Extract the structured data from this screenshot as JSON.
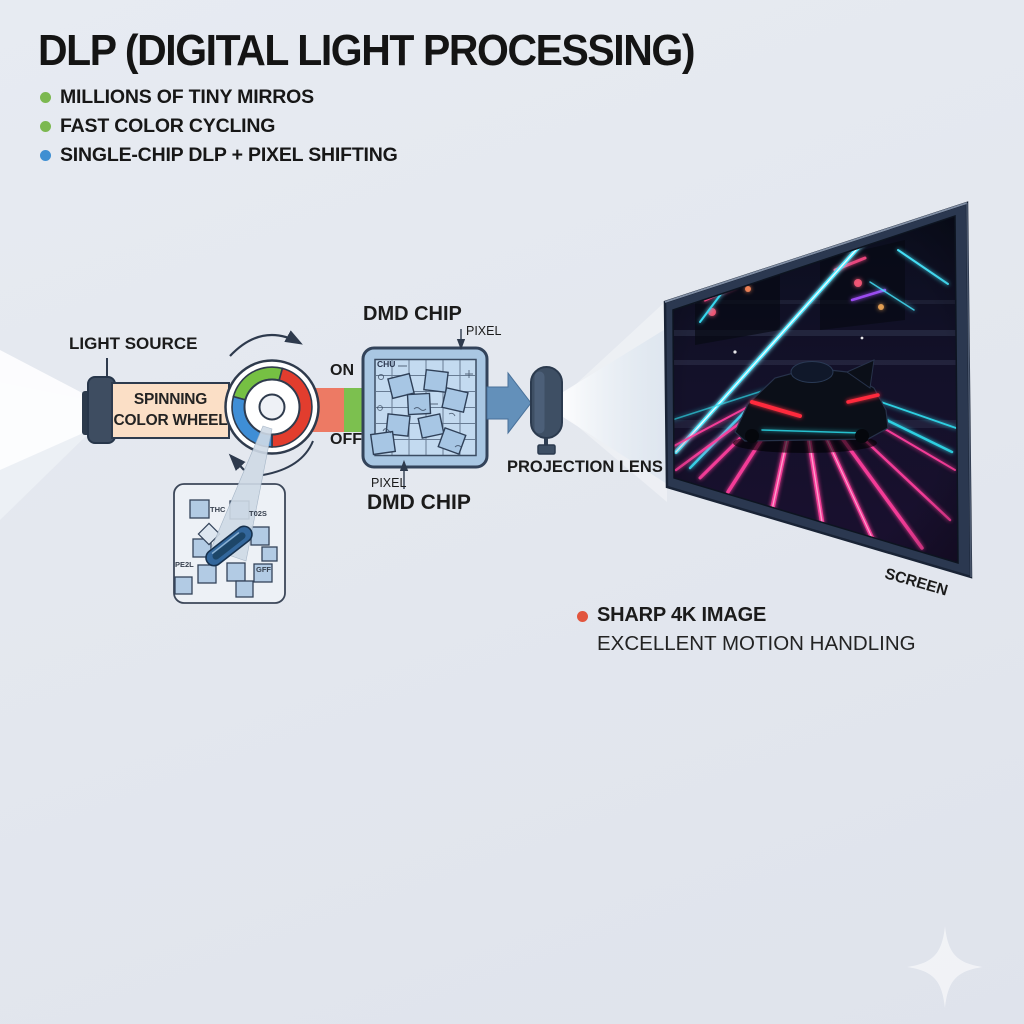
{
  "title": "DLP (DIGITAL LIGHT PROCESSING)",
  "bullets": [
    {
      "label": "MILLIONS OF TINY MIRROS",
      "color": "#7cb850"
    },
    {
      "label": "FAST COLOR CYCLING",
      "color": "#7cb850"
    },
    {
      "label": "SINGLE-CHIP DLP + PIXEL SHIFTING",
      "color": "#3f8fd2"
    }
  ],
  "diagram": {
    "light_source_label": "LIGHT SOURCE",
    "wheel_line1": "SPINNING",
    "wheel_line2": "COLOR WHEEL",
    "on_label": "ON",
    "off_label": "OFF",
    "dmd_chip_top_label": "DMD CHIP",
    "pixel_top_label": "PIXEL",
    "pixel_bottom_label": "PIXEL",
    "dmd_chip_bottom_label": "DMD CHIP",
    "chip_corner_text": "CHU",
    "projection_lens_label": "PROJECTION LENS",
    "screen_label": "SCREEN",
    "inset_labels": {
      "tl": "THC",
      "tr": "T02S",
      "br": "GFF",
      "bl": "PE2L"
    }
  },
  "results": {
    "line1": "SHARP 4K IMAGE",
    "line2": "EXCELLENT MOTION HANDLING",
    "bullet_color": "#e2553e"
  },
  "colors": {
    "background": "#e3e7ee",
    "wheel_red": "#e23d2e",
    "wheel_green": "#76c043",
    "wheel_blue": "#3f8ed6",
    "beam_red_band": "#ed7a64",
    "beam_green_band": "#7cc04f",
    "chip_fill": "#a9c7e3",
    "arrow_blue": "#6390ba",
    "lens_body": "#3e4f64",
    "screen_frame": "#2b3850",
    "neon_pink": "#ff3f9e",
    "neon_cyan": "#46e7ff"
  }
}
